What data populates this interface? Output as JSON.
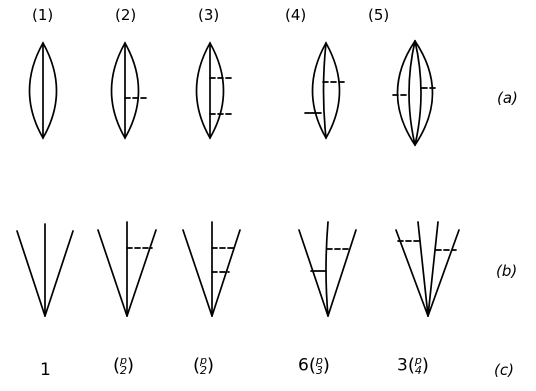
{
  "columns": [
    "(1)",
    "(2)",
    "(3)",
    "(4)",
    "(5)"
  ],
  "row_labels": {
    "a": "(a)",
    "b": "(b)",
    "c": "(c)"
  },
  "multiplicities": [
    {
      "prefix": "1",
      "top": "",
      "bottom": ""
    },
    {
      "prefix": "",
      "top": "p",
      "bottom": "2"
    },
    {
      "prefix": "",
      "top": "p",
      "bottom": "2"
    },
    {
      "prefix": "6",
      "top": "p",
      "bottom": "3"
    },
    {
      "prefix": "3",
      "top": "p",
      "bottom": "4"
    }
  ]
}
